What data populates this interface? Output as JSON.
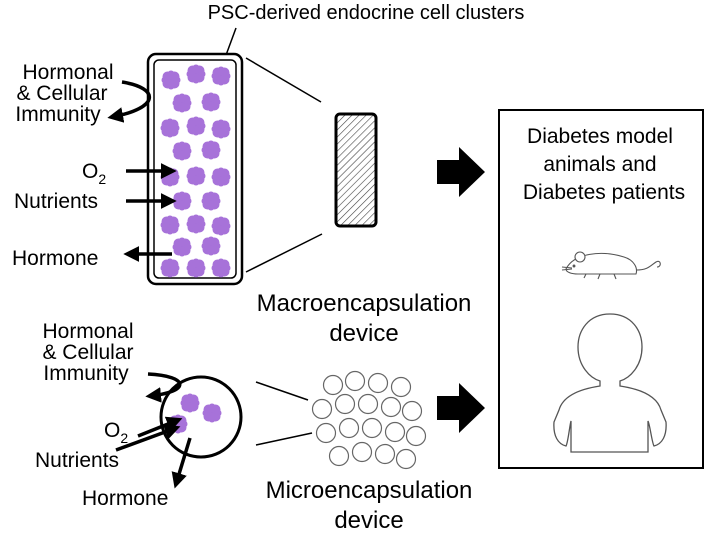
{
  "labels": {
    "clusters_title": "PSC-derived endocrine cell clusters",
    "macro_immunity": [
      "Hormonal",
      "& Cellular",
      "Immunity"
    ],
    "macro_o2": "O",
    "macro_o2_sub": "2",
    "macro_nutrients": "Nutrients",
    "macro_hormone": "Hormone",
    "macro_device": [
      "Macroencapsulation",
      "device"
    ],
    "micro_immunity": [
      "Hormonal",
      "& Cellular",
      "Immunity"
    ],
    "micro_o2": "O",
    "micro_o2_sub": "2",
    "micro_nutrients": "Nutrients",
    "micro_hormone": "Hormone",
    "micro_device": [
      "Microencapsulation",
      "device"
    ],
    "recipients": [
      "Diabetes model",
      "animals and",
      "Diabetes patients"
    ]
  },
  "icons": {
    "cell_cluster": "cell-cluster-icon",
    "mouse": "mouse-icon",
    "person": "person-icon",
    "arrow": "block-arrow-icon"
  },
  "colors": {
    "cluster_fill": "#a772d9",
    "line": "#000000",
    "background": "#ffffff"
  }
}
